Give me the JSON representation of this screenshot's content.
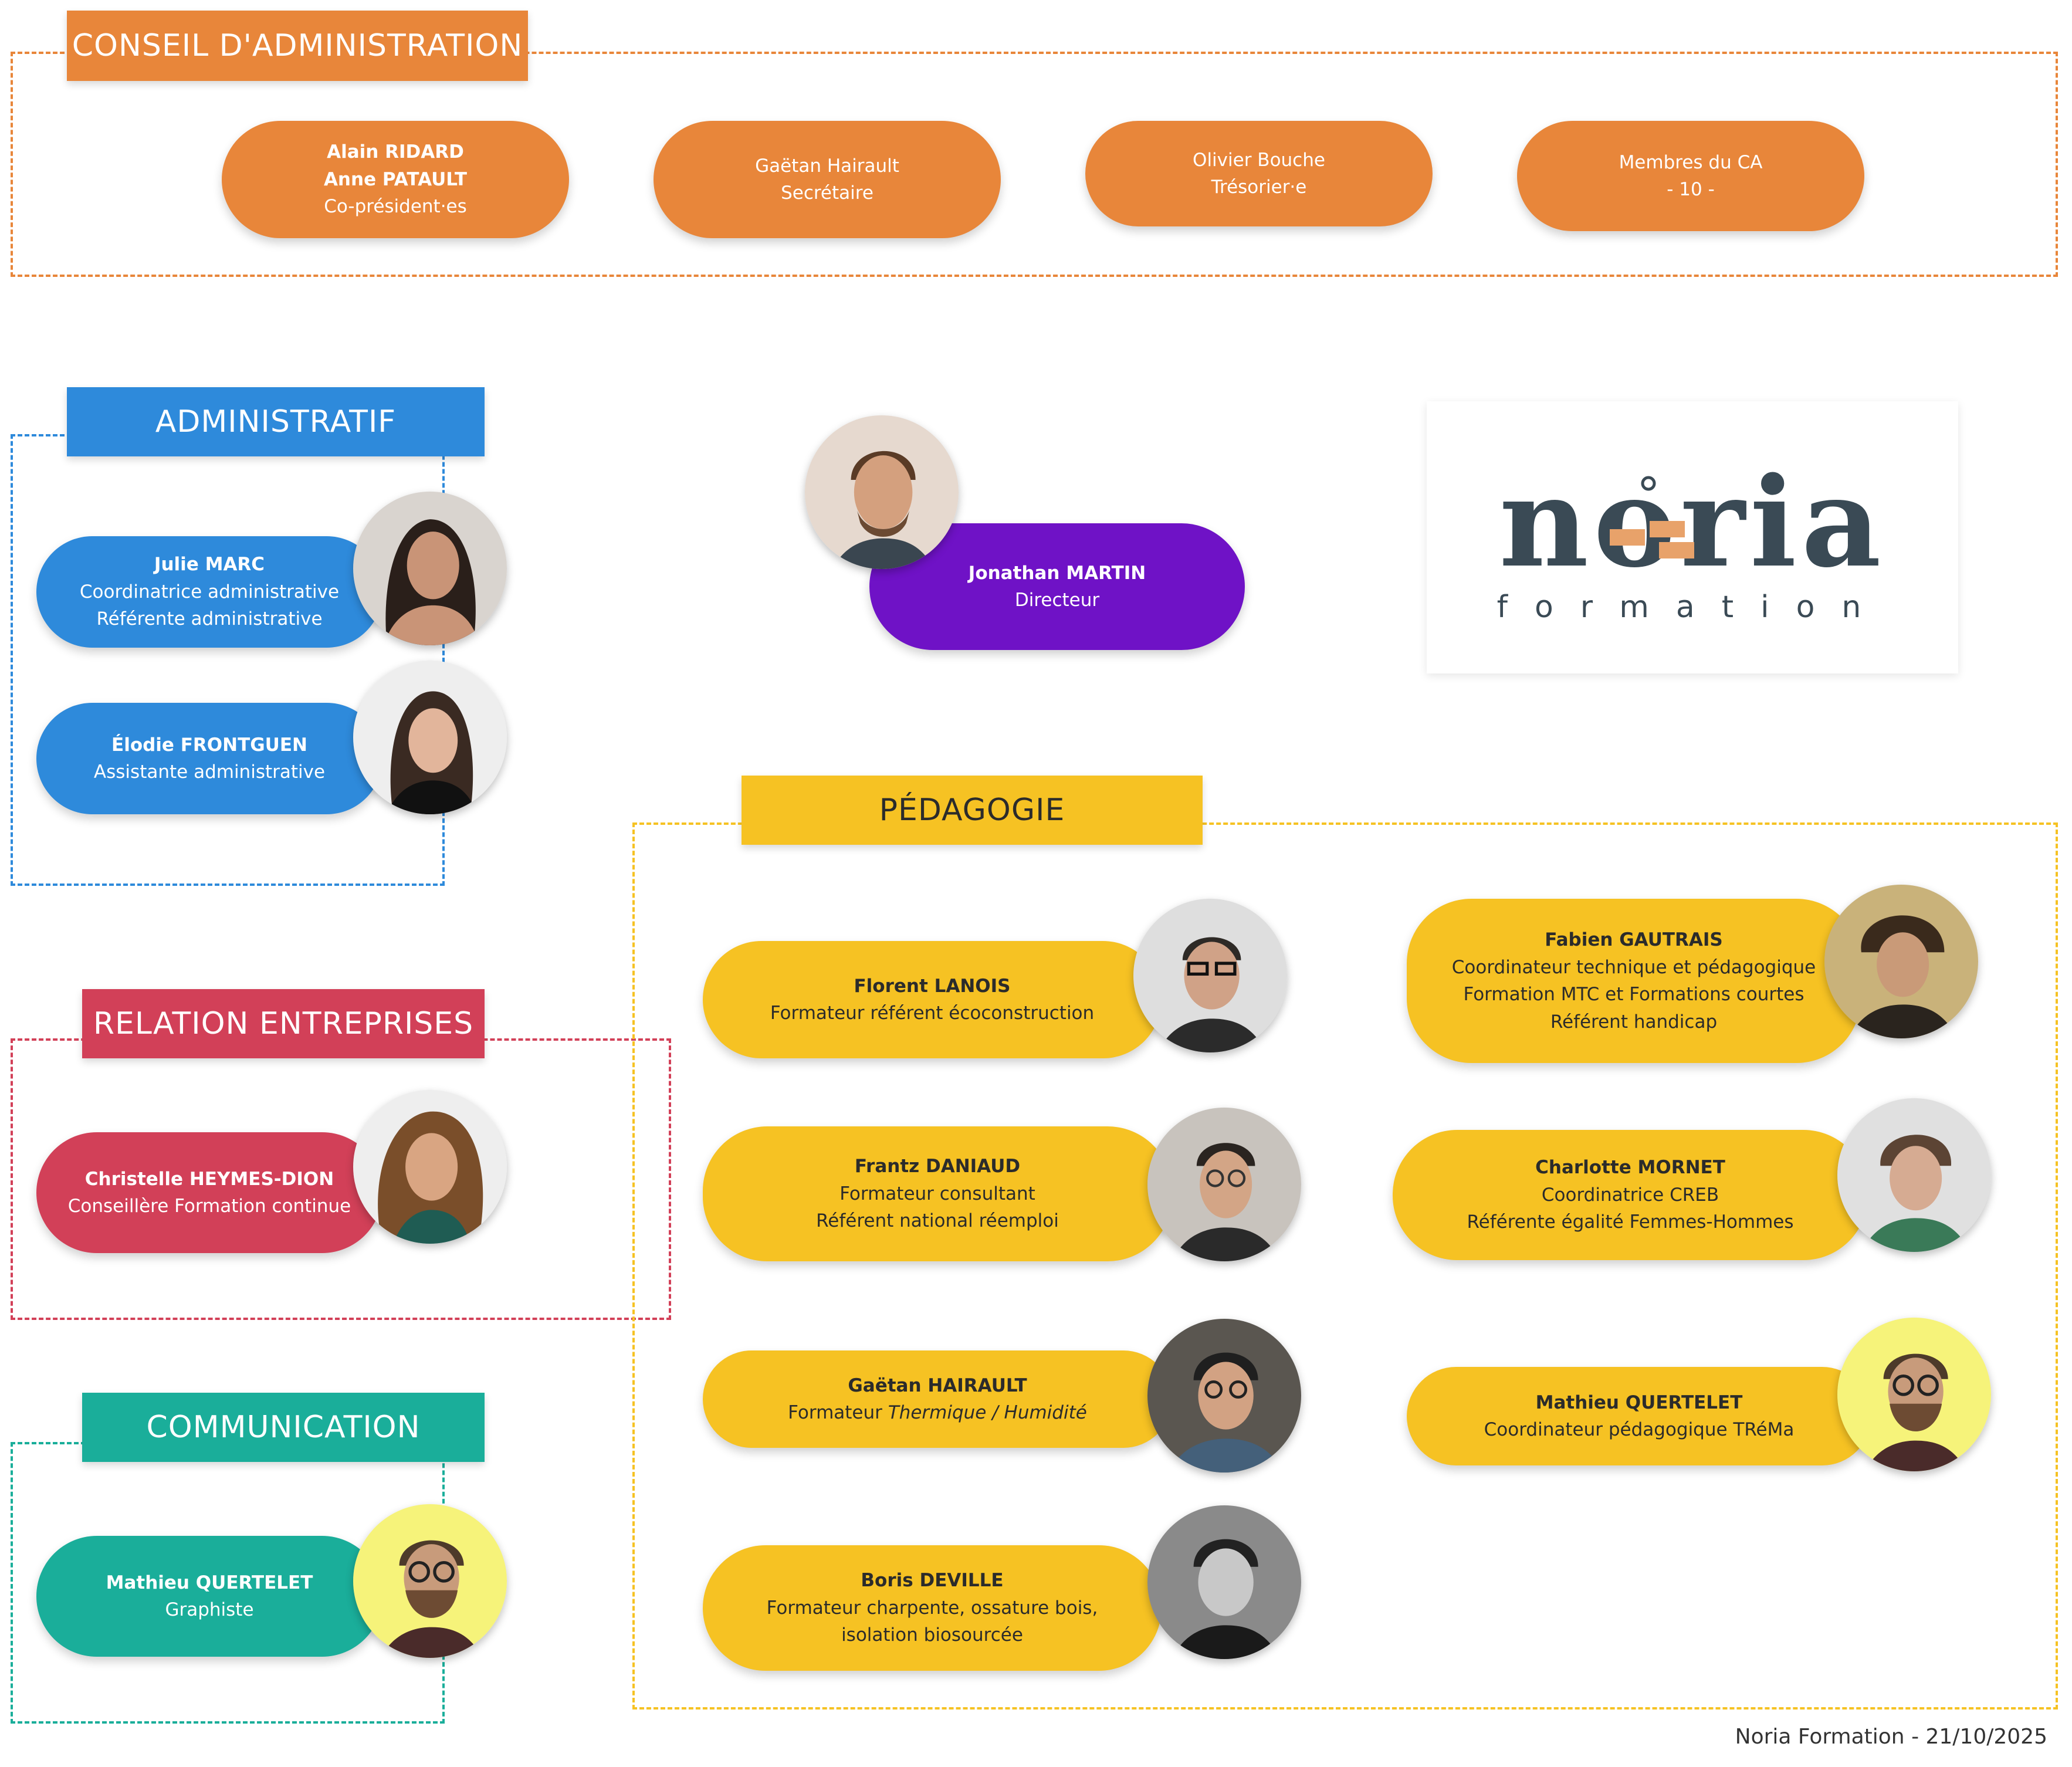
{
  "colors": {
    "ca": "#E8863A",
    "admin": "#2E8ADB",
    "director": "#6F12C6",
    "relation": "#D24058",
    "communication": "#1AAE9A",
    "pedagogie": "#F6C223",
    "logo_dark": "#3A4A55",
    "logo_brick": "#E8A26A"
  },
  "conseil": {
    "title": "CONSEIL D'ADMINISTRATION",
    "members": [
      {
        "name1": "Alain RIDARD",
        "name2": "Anne PATAULT",
        "role": "Co-président·es"
      },
      {
        "line1": "Gaëtan Hairault",
        "line2": "Secrétaire"
      },
      {
        "line1": "Olivier Bouche",
        "line2": "Trésorier·e"
      },
      {
        "line1": "Membres du CA",
        "line2": "- 10 -"
      }
    ]
  },
  "administratif": {
    "title": "ADMINISTRATIF",
    "people": [
      {
        "name": "Julie MARC",
        "role1": "Coordinatrice administrative",
        "role2": "Référente administrative"
      },
      {
        "name": "Élodie FRONTGUEN",
        "role1": "Assistante administrative"
      }
    ]
  },
  "director": {
    "name": "Jonathan MARTIN",
    "role": "Directeur"
  },
  "logo": {
    "word": "noria",
    "sub": "formation"
  },
  "relation": {
    "title": "RELATION ENTREPRISES",
    "people": [
      {
        "name": "Christelle HEYMES-DION",
        "role1": "Conseillère Formation continue"
      }
    ]
  },
  "communication": {
    "title": "COMMUNICATION",
    "people": [
      {
        "name": "Mathieu QUERTELET",
        "role1": "Graphiste"
      }
    ]
  },
  "pedagogie": {
    "title": "PÉDAGOGIE",
    "people": [
      {
        "name": "Florent LANOIS",
        "role1": "Formateur référent écoconstruction"
      },
      {
        "name": "Frantz DANIAUD",
        "role1": "Formateur consultant",
        "role2": "Référent national réemploi"
      },
      {
        "name": "Gaëtan HAIRAULT",
        "role_prefix": "Formateur",
        "role_italic": "Thermique / Humidité"
      },
      {
        "name": "Boris DEVILLE",
        "role1": "Formateur charpente, ossature bois,",
        "role2": "isolation biosourcée"
      },
      {
        "name": "Fabien GAUTRAIS",
        "role1": "Coordinateur technique et pédagogique",
        "role2": "Formation MTC et Formations courtes",
        "role3": "Référent handicap"
      },
      {
        "name": "Charlotte MORNET",
        "role1": "Coordinatrice CREB",
        "role2": "Référente égalité Femmes-Hommes"
      },
      {
        "name": "Mathieu QUERTELET",
        "role1": "Coordinateur pédagogique TRéMa"
      }
    ]
  },
  "footer": "Noria Formation - 21/10/2025"
}
